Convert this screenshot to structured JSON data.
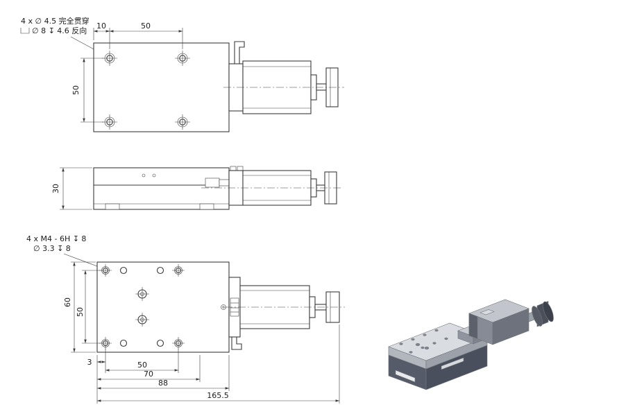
{
  "colors": {
    "line": "#3a3a3a",
    "background": "#ffffff",
    "iso_top": "#d9dce1",
    "iso_plate_side": "#b2b6bd",
    "iso_plate_side_dark": "#9da1a9",
    "iso_base": "#565b69",
    "iso_base_dark": "#4a4f5e",
    "iso_motor": "#868b95",
    "iso_motor_dark": "#6d727c",
    "iso_knob": "#4a4f5a"
  },
  "top_view": {
    "note_line1": "4 x ∅ 4.5 完全贯穿",
    "note_line2": "∅ 8 ↧ 4.6 反向",
    "dims": {
      "edge_to_hole": "10",
      "hole_spacing_h": "50",
      "hole_spacing_v": "50"
    }
  },
  "side_view": {
    "dims": {
      "height": "30"
    }
  },
  "bottom_view": {
    "note_line1": "4 x M4 - 6H ↧ 8",
    "note_line2": "∅ 3.3 ↧ 8",
    "dims": {
      "edge_offset": "3",
      "hole_spacing_h": "50",
      "body_width": "70",
      "plate_width": "88",
      "overall_length": "165.5",
      "plate_height": "60",
      "hole_spacing_v": "50"
    }
  }
}
